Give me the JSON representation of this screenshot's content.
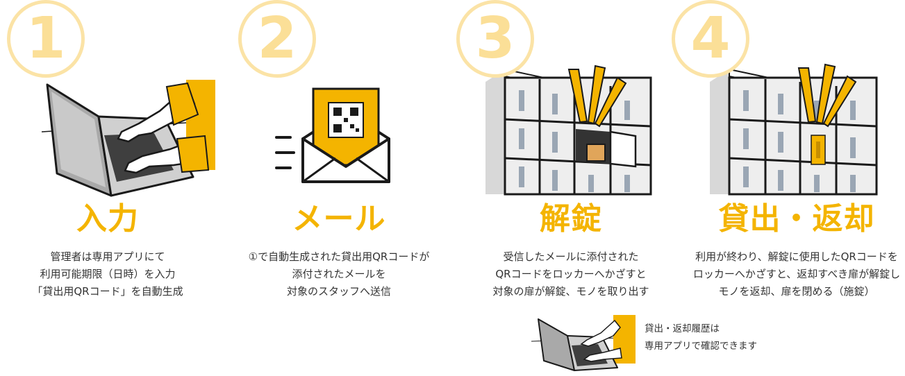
{
  "colors": {
    "accent": "#F4B400",
    "number": "#FBDF97",
    "text": "#333333",
    "outline": "#1A1A1A"
  },
  "steps": [
    {
      "number": "1",
      "title": "入力",
      "lines": [
        "管理者は専用アプリにて",
        "利用可能期限（日時）を入力",
        "「貸出用QRコード」を自動生成"
      ],
      "icon": "laptop-typing-icon"
    },
    {
      "number": "2",
      "title": "メール",
      "lines": [
        "①で自動生成された貸出用QRコードが",
        "添付されたメールを",
        "対象のスタッフへ送信"
      ],
      "icon": "qr-email-icon"
    },
    {
      "number": "3",
      "title": "解錠",
      "lines": [
        "受信したメールに添付された",
        "QRコードをロッカーへかざすと",
        "対象の扉が解錠、モノを取り出す"
      ],
      "icon": "open-locker-icon"
    },
    {
      "number": "4",
      "title": "貸出・返却",
      "lines": [
        "利用が終わり、解錠に使用したQRコードを",
        "ロッカーへかざすと、返却すべき扉が解錠し",
        "モノを返却、扉を閉める（施錠）"
      ],
      "icon": "closed-locker-icon"
    }
  ],
  "note": {
    "lines": [
      "貸出・返却履歴は",
      "専用アプリで確認できます"
    ],
    "icon": "laptop-typing-icon"
  }
}
